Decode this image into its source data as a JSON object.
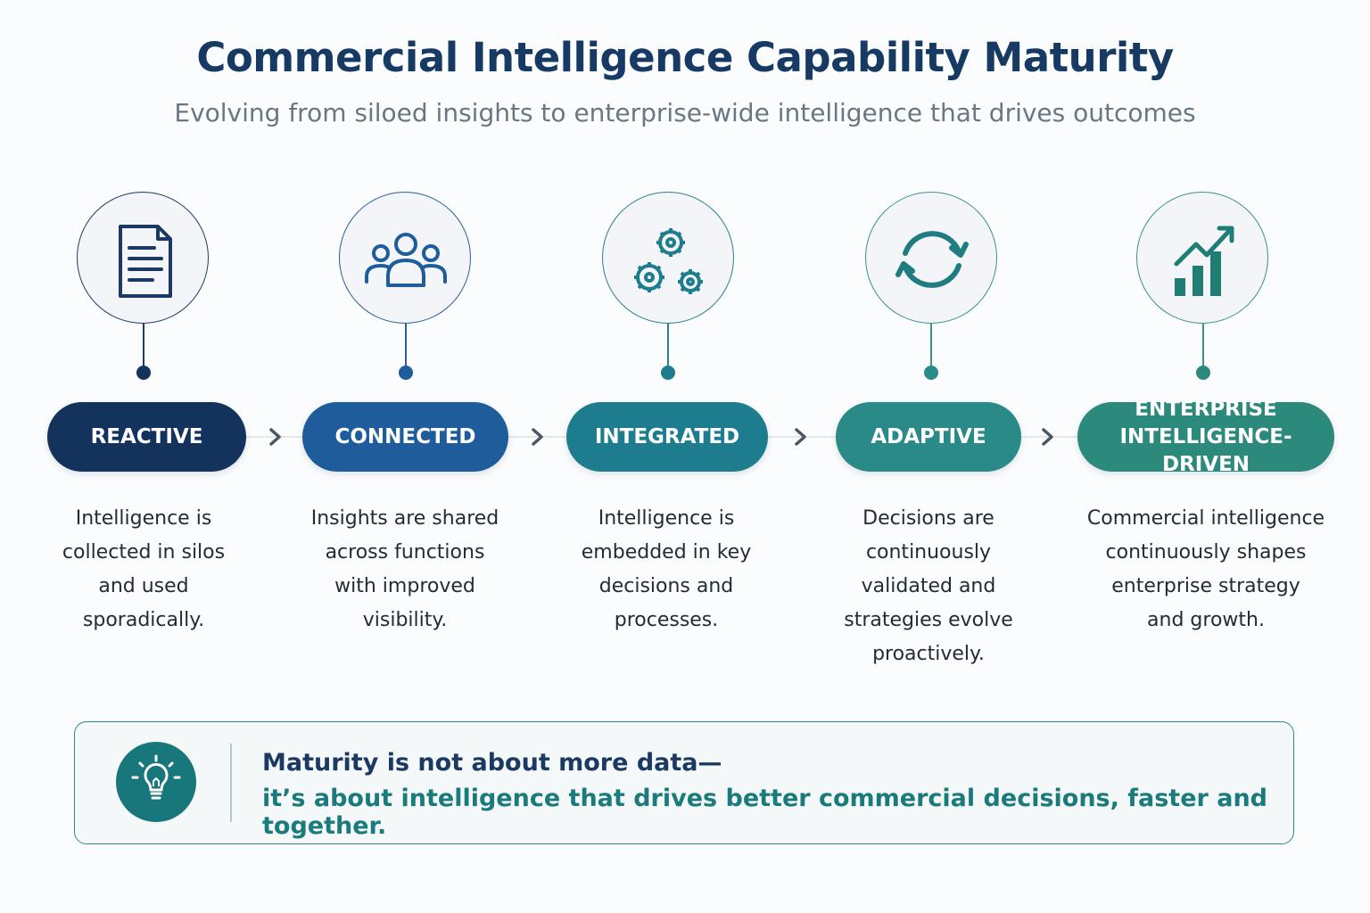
{
  "header": {
    "title": "Commercial Intelligence Capability Maturity",
    "subtitle": "Evolving from siloed insights to enterprise-wide intelligence that drives outcomes"
  },
  "stages": [
    {
      "label": "REACTIVE",
      "description": [
        "Intelligence is",
        "collected in silos",
        "and used",
        "sporadically."
      ],
      "icon": "document-icon",
      "color": "#13325c"
    },
    {
      "label": "CONNECTED",
      "description": [
        "Insights are shared",
        "across functions",
        "with improved",
        "visibility."
      ],
      "icon": "people-icon",
      "color": "#1f5c9c"
    },
    {
      "label": "INTEGRATED",
      "description": [
        "Intelligence is",
        "embedded in key",
        "decisions and",
        "processes."
      ],
      "icon": "gears-icon",
      "color": "#1d7d8f"
    },
    {
      "label": "ADAPTIVE",
      "description": [
        "Decisions are",
        "continuously",
        "validated and",
        "strategies evolve",
        "proactively."
      ],
      "icon": "cycle-arrows-icon",
      "color": "#2a8a88"
    },
    {
      "label": "ENTERPRISE INTELLIGENCE-DRIVEN",
      "label_lines": [
        "ENTERPRISE",
        "INTELLIGENCE-DRIVEN"
      ],
      "description": [
        "Commercial intelligence",
        "continuously shapes",
        "enterprise strategy",
        "and growth."
      ],
      "icon": "growth-chart-icon",
      "color": "#2c8a7c"
    }
  ],
  "banner": {
    "line1": "Maturity is not about more data—",
    "line2": "it’s about intelligence that drives better commercial decisions, faster and together.",
    "icon": "lightbulb-icon"
  }
}
